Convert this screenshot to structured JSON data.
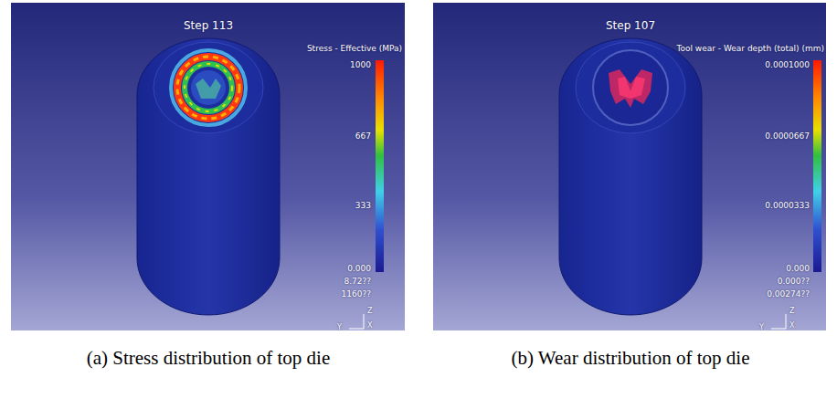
{
  "diagram": {
    "labels": [
      "Step 113",
      "Stress - Effective (MPa)",
      "1000",
      "667",
      "333",
      "0.000",
      "8.72??",
      "1160??",
      "Z",
      "Y",
      "X",
      "(a) Stress distribution of top die",
      "Step 107",
      "Tool wear - Wear depth (total) (mm)",
      "0.0001000",
      "0.0000667",
      "0.0000333",
      "0.000",
      "0.000??",
      "0.00274??",
      "Z",
      "Y",
      "X",
      "(b) Wear distribution of top die"
    ]
  }
}
